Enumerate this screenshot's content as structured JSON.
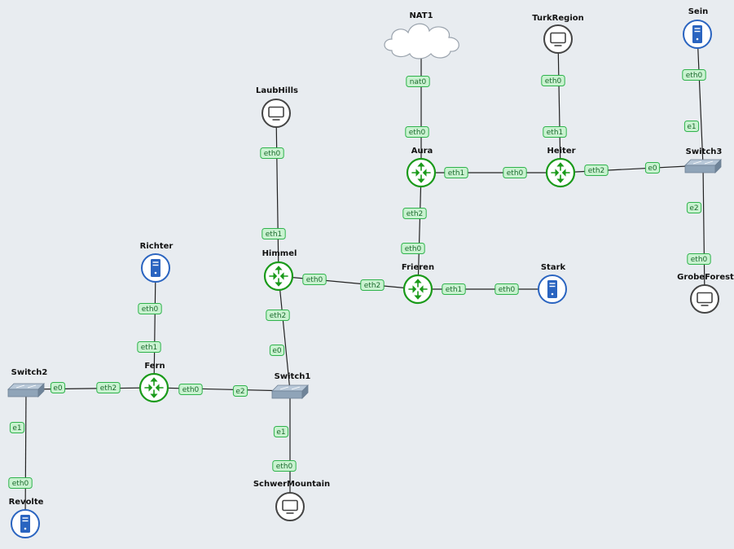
{
  "colors": {
    "background": "#e8ecf0",
    "router": "#1a9a1a",
    "server": "#2a64c0",
    "pc": "#444444",
    "switch": "#8fa4b8",
    "port_fill": "#c9f2d0",
    "port_stroke": "#2fb34c"
  },
  "nodes": [
    {
      "id": "NAT1",
      "type": "cloud",
      "icon": "cloud-icon"
    },
    {
      "id": "TurkRegion",
      "type": "pc",
      "icon": "monitor-icon"
    },
    {
      "id": "Sein",
      "type": "server",
      "icon": "server-icon"
    },
    {
      "id": "LaubHills",
      "type": "pc",
      "icon": "monitor-icon"
    },
    {
      "id": "Aura",
      "type": "router",
      "icon": "router-icon"
    },
    {
      "id": "Heiter",
      "type": "router",
      "icon": "router-icon"
    },
    {
      "id": "Switch3",
      "type": "switch",
      "icon": "switch-icon"
    },
    {
      "id": "Richter",
      "type": "server",
      "icon": "server-icon"
    },
    {
      "id": "Himmel",
      "type": "router",
      "icon": "router-icon"
    },
    {
      "id": "Frieren",
      "type": "router",
      "icon": "router-icon"
    },
    {
      "id": "Stark",
      "type": "server",
      "icon": "server-icon"
    },
    {
      "id": "GrobeForest",
      "type": "pc",
      "icon": "monitor-icon"
    },
    {
      "id": "Switch2",
      "type": "switch",
      "icon": "switch-icon"
    },
    {
      "id": "Fern",
      "type": "router",
      "icon": "router-icon"
    },
    {
      "id": "Switch1",
      "type": "switch",
      "icon": "switch-icon"
    },
    {
      "id": "SchwerMountain",
      "type": "pc",
      "icon": "monitor-icon"
    },
    {
      "id": "Revolte",
      "type": "server",
      "icon": "server-icon"
    }
  ],
  "links": [
    {
      "a": "NAT1",
      "b": "Aura",
      "pa": "nat0",
      "pb": "eth0"
    },
    {
      "a": "TurkRegion",
      "b": "Heiter",
      "pa": "eth0",
      "pb": "eth1"
    },
    {
      "a": "Sein",
      "b": "Switch3",
      "pa": "eth0",
      "pb": "e1"
    },
    {
      "a": "Aura",
      "b": "Heiter",
      "pa": "eth1",
      "pb": "eth0"
    },
    {
      "a": "Heiter",
      "b": "Switch3",
      "pa": "eth2",
      "pb": "e0"
    },
    {
      "a": "Switch3",
      "b": "GrobeForest",
      "pa": "e2",
      "pb": "eth0"
    },
    {
      "a": "Aura",
      "b": "Frieren",
      "pa": "eth2",
      "pb": "eth0"
    },
    {
      "a": "LaubHills",
      "b": "Himmel",
      "pa": "eth0",
      "pb": "eth1"
    },
    {
      "a": "Himmel",
      "b": "Frieren",
      "pa": "eth0",
      "pb": "eth2"
    },
    {
      "a": "Frieren",
      "b": "Stark",
      "pa": "eth1",
      "pb": "eth0"
    },
    {
      "a": "Himmel",
      "b": "Switch1",
      "pa": "eth2",
      "pb": "e0"
    },
    {
      "a": "Richter",
      "b": "Fern",
      "pa": "eth0",
      "pb": "eth1"
    },
    {
      "a": "Switch2",
      "b": "Fern",
      "pa": "e0",
      "pb": "eth2"
    },
    {
      "a": "Fern",
      "b": "Switch1",
      "pa": "eth0",
      "pb": "e2"
    },
    {
      "a": "Switch1",
      "b": "SchwerMountain",
      "pa": "e1",
      "pb": "eth0"
    },
    {
      "a": "Switch2",
      "b": "Revolte",
      "pa": "e1",
      "pb": "eth0"
    }
  ]
}
